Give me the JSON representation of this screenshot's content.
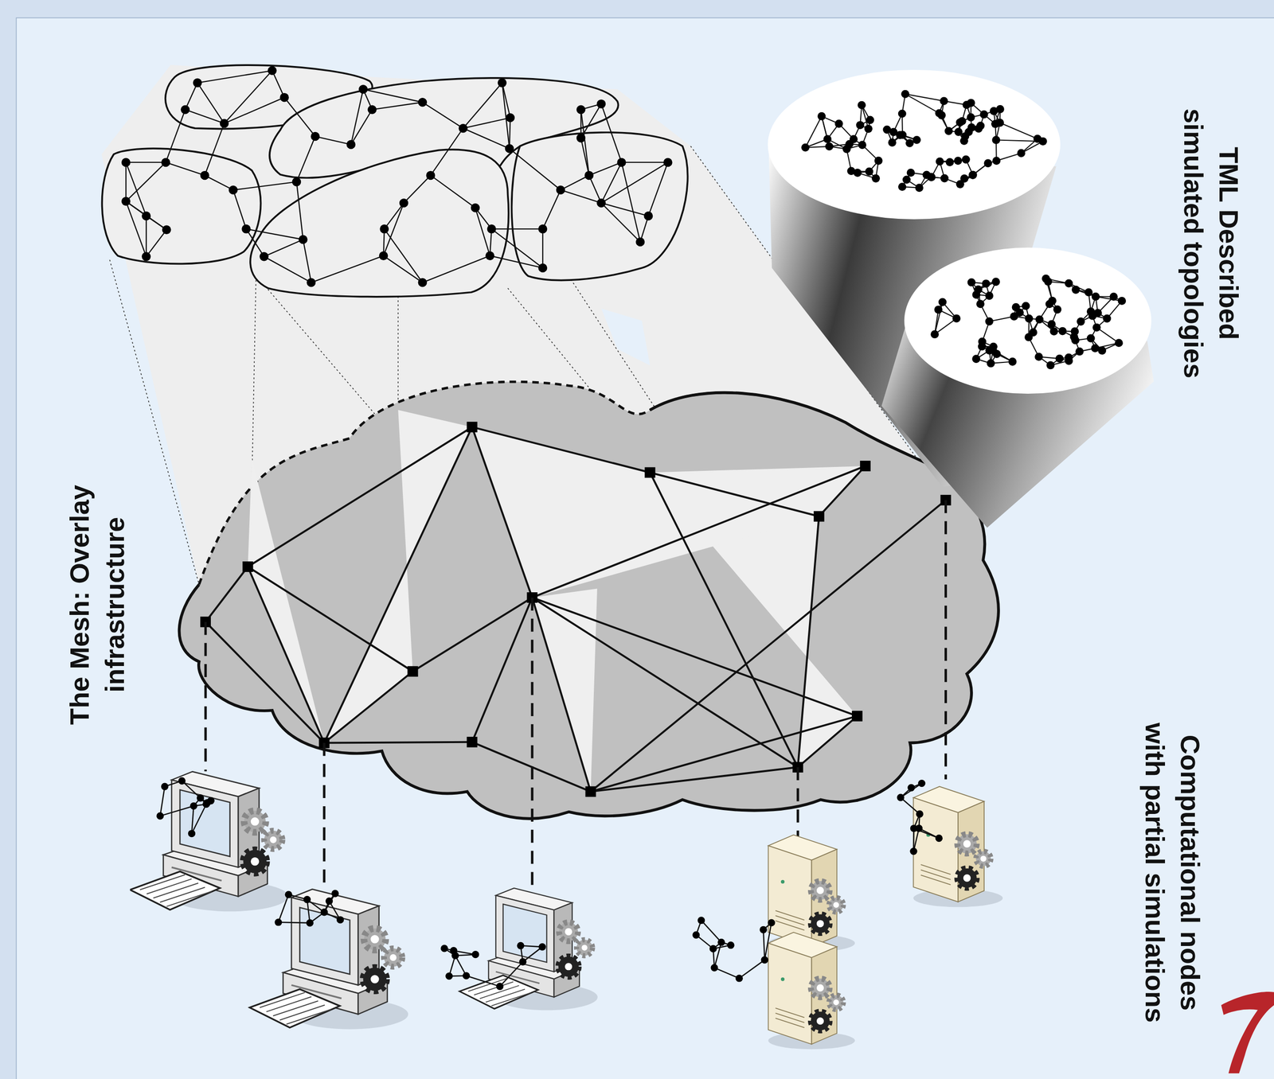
{
  "diagram": {
    "labels": [
      "TML Described simulated topologies",
      "The Mesh: Overlay infrastructure",
      "Computational nodes with partial simulations"
    ]
  }
}
